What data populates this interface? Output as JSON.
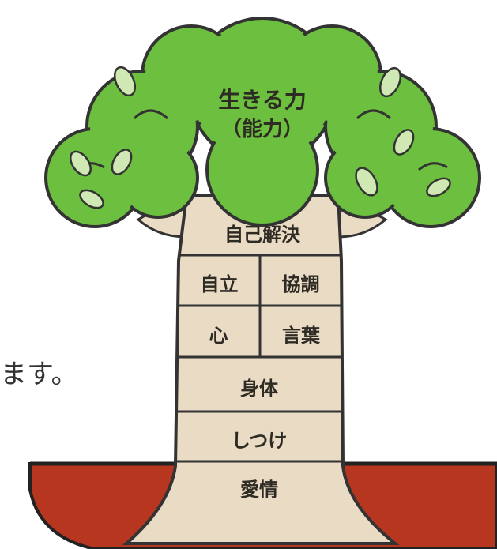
{
  "side_text": "ます。",
  "crown": {
    "line1": "生きる力",
    "line2": "（能力）"
  },
  "trunk": {
    "row1": "自己解決",
    "row2": {
      "left": "自立",
      "right": "協調"
    },
    "row3": {
      "left": "心",
      "right": "言葉"
    },
    "row4": "身体",
    "row5": "しつけ",
    "row6": "愛情"
  },
  "colors": {
    "leaf": "#6dbf3f",
    "leaf_outline": "#333333",
    "leaf_highlight": "#cfe8b4",
    "trunk": "#eadcc4",
    "ground": "#b6361f",
    "ground_line": "#222222"
  }
}
